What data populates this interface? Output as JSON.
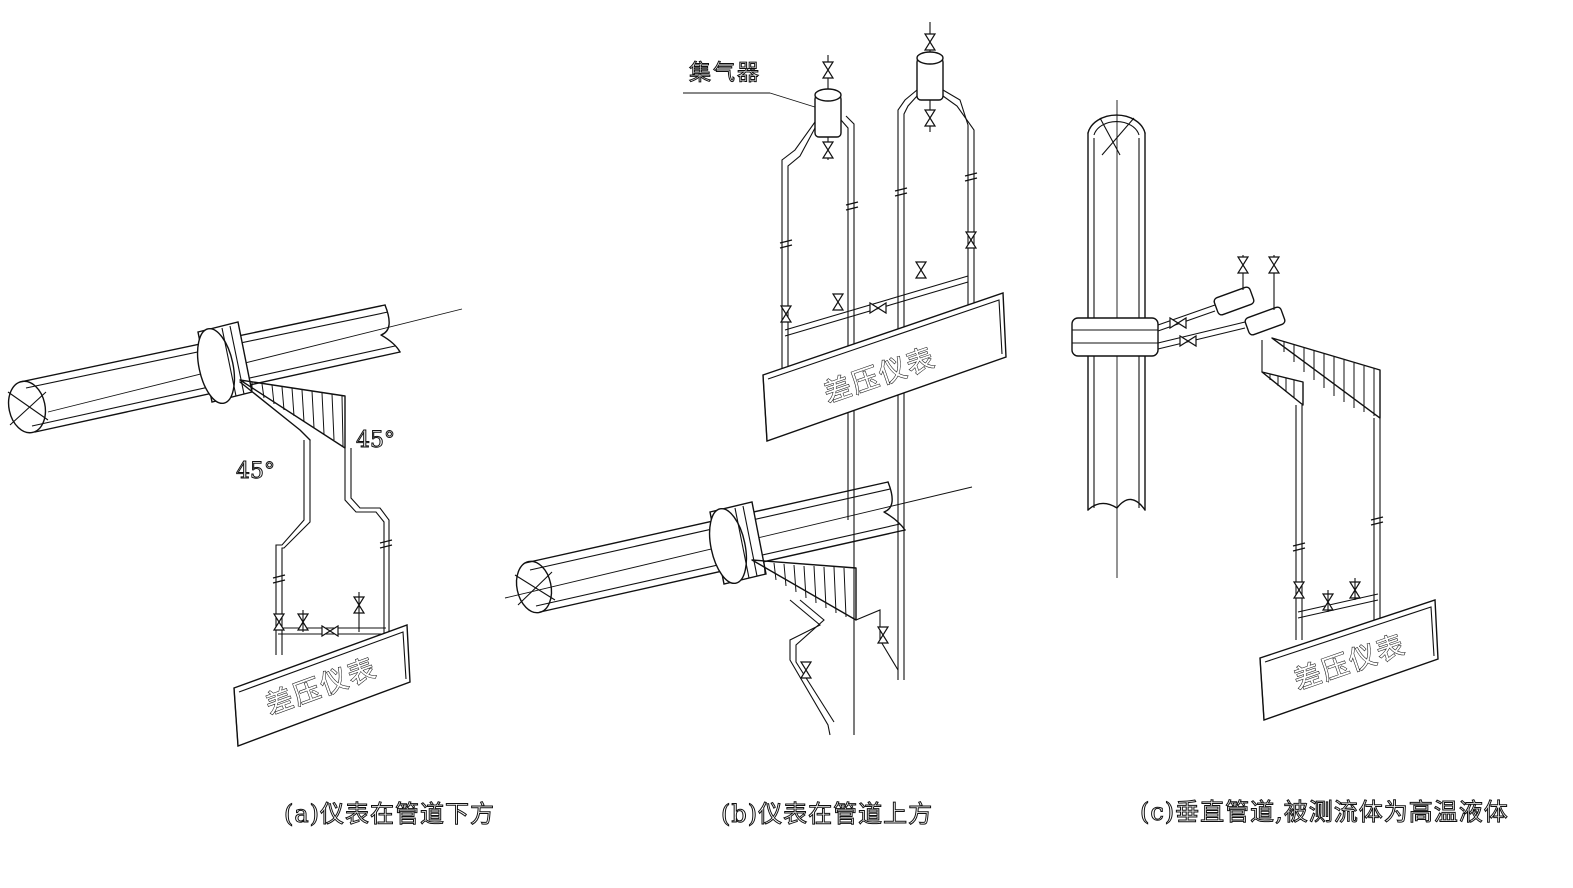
{
  "panels": {
    "a": {
      "caption": "(a)仪表在管道下方",
      "instrument_label": "差压仪表",
      "angle_left": "45°",
      "angle_right": "45°"
    },
    "b": {
      "caption": "(b)仪表在管道上方",
      "instrument_label": "差压仪表",
      "collector_label": "集气器"
    },
    "c": {
      "caption": "(c)垂直管道,被测流体为高温液体",
      "instrument_label": "差压仪表"
    }
  },
  "colors": {
    "line": "#111111",
    "background": "#ffffff"
  }
}
